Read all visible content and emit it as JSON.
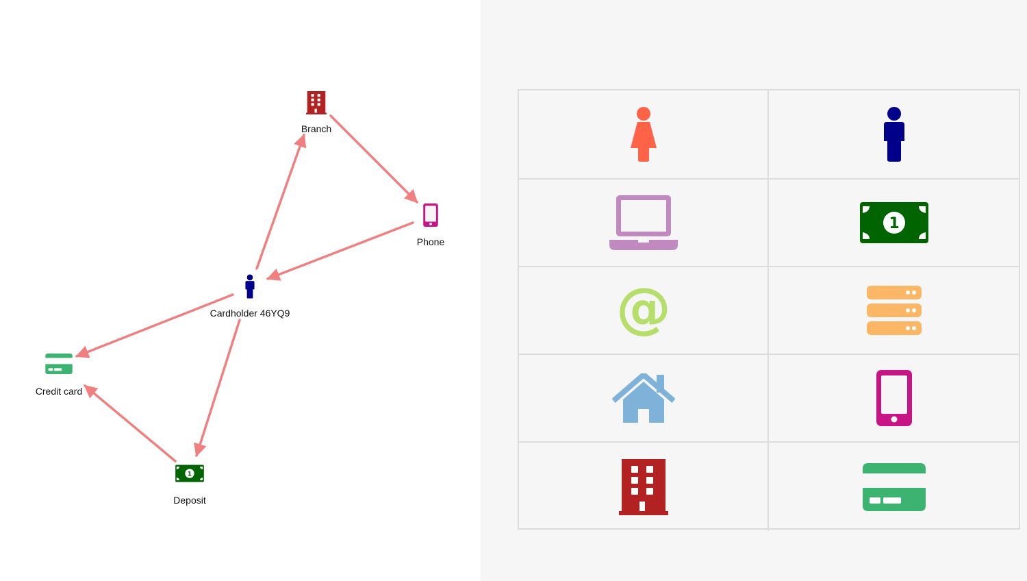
{
  "graph": {
    "nodes": [
      {
        "id": "branch",
        "label": "Branch",
        "icon": "building-icon",
        "color": "#b22222"
      },
      {
        "id": "phone",
        "label": "Phone",
        "icon": "mobile-phone-icon",
        "color": "#c71585"
      },
      {
        "id": "cardholder",
        "label": "Cardholder 46YQ9",
        "icon": "male-person-icon",
        "color": "#00008b"
      },
      {
        "id": "credit-card",
        "label": "Credit card",
        "icon": "credit-card-icon",
        "color": "#3cb371"
      },
      {
        "id": "deposit",
        "label": "Deposit",
        "icon": "money-bill-icon",
        "color": "#006400"
      }
    ],
    "edges": [
      {
        "from": "cardholder",
        "to": "branch"
      },
      {
        "from": "branch",
        "to": "phone"
      },
      {
        "from": "phone",
        "to": "cardholder"
      },
      {
        "from": "cardholder",
        "to": "credit-card"
      },
      {
        "from": "cardholder",
        "to": "deposit"
      },
      {
        "from": "deposit",
        "to": "credit-card"
      }
    ],
    "edge_color": "#f08080"
  },
  "palette": {
    "items": [
      {
        "icon": "female-person-icon",
        "color": "#ff6347"
      },
      {
        "icon": "male-person-icon",
        "color": "#00008b"
      },
      {
        "icon": "laptop-icon",
        "color": "#c08ac0"
      },
      {
        "icon": "money-bill-icon",
        "color": "#006400"
      },
      {
        "icon": "at-sign-icon",
        "color": "#b5de6a"
      },
      {
        "icon": "server-icon",
        "color": "#fbb765"
      },
      {
        "icon": "home-icon",
        "color": "#7fb2d8"
      },
      {
        "icon": "mobile-phone-icon",
        "color": "#c71585"
      },
      {
        "icon": "building-icon",
        "color": "#b22222"
      },
      {
        "icon": "credit-card-icon",
        "color": "#3cb371"
      }
    ]
  }
}
